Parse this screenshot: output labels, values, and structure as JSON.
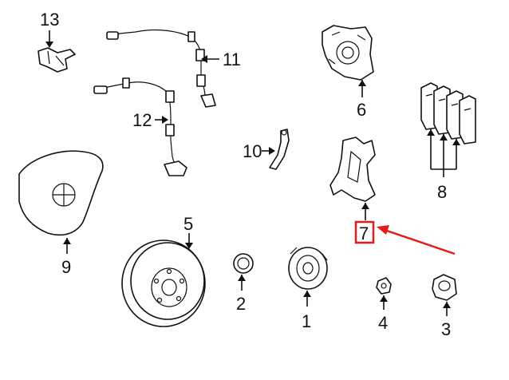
{
  "callouts": [
    {
      "id": "13",
      "text": "13"
    },
    {
      "id": "11",
      "text": "11"
    },
    {
      "id": "6",
      "text": "6"
    },
    {
      "id": "12",
      "text": "12"
    },
    {
      "id": "10",
      "text": "10"
    },
    {
      "id": "8",
      "text": "8"
    },
    {
      "id": "9",
      "text": "9"
    },
    {
      "id": "5",
      "text": "5"
    },
    {
      "id": "7",
      "text": "7"
    },
    {
      "id": "2",
      "text": "2"
    },
    {
      "id": "1",
      "text": "1"
    },
    {
      "id": "4",
      "text": "4"
    },
    {
      "id": "3",
      "text": "3"
    }
  ],
  "colors": {
    "highlight": "#e31b1b",
    "ink": "#111111",
    "background": "#ffffff"
  }
}
